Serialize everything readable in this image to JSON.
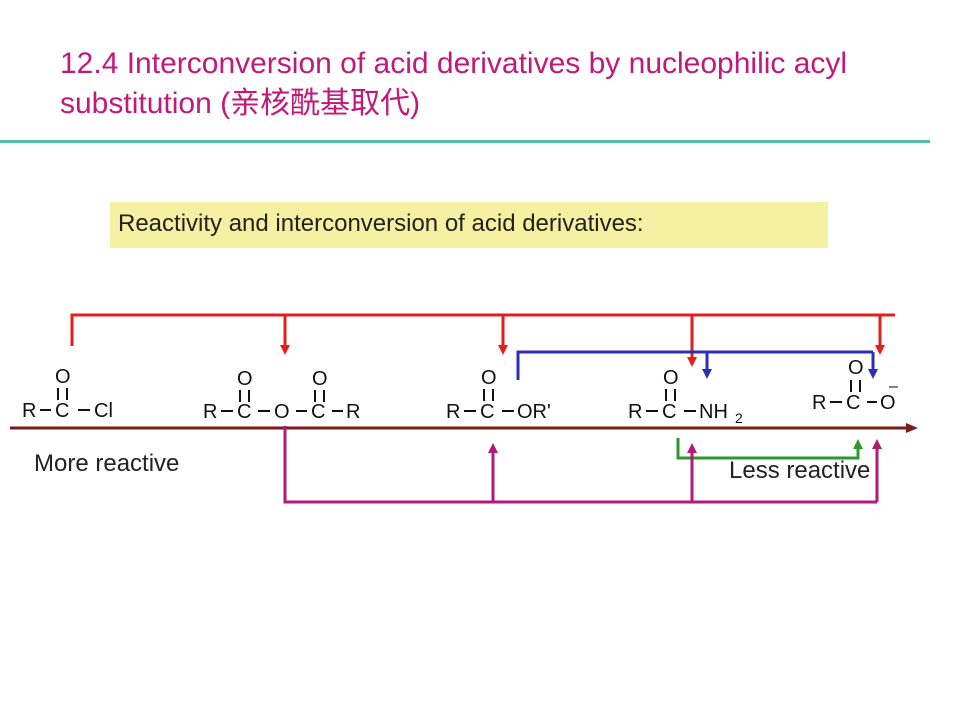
{
  "title": "12.4 Interconversion of acid derivatives by nucleophilic acyl substitution (亲核酰基取代)",
  "subtitle": "Reactivity and interconversion of acid derivatives:",
  "labels": {
    "more_reactive": "More reactive",
    "less_reactive": "Less reactive"
  },
  "compounds": {
    "acid_chloride": {
      "o": "O",
      "r": "R",
      "c": "C",
      "x": "Cl"
    },
    "anhydride": {
      "o": "O",
      "r": "R",
      "c": "C",
      "bridge_o": "O"
    },
    "ester": {
      "o": "O",
      "r": "R",
      "c": "C",
      "x": "OR'"
    },
    "amide": {
      "o": "O",
      "r": "R",
      "c": "C",
      "x": "NH",
      "sub": "2"
    },
    "carboxylate": {
      "o": "O",
      "r": "R",
      "c": "C",
      "x": "O",
      "charge": "–"
    }
  },
  "colors": {
    "title": "#c2187a",
    "rule": "#55bfa6",
    "highlight": "#f6f1a2",
    "red_arrows": "#e0201b",
    "blue_arrows": "#2a2fb5",
    "magenta_arrows": "#b01a78",
    "green_arrows": "#2a9a2a",
    "axis": "#7a1a1a"
  }
}
